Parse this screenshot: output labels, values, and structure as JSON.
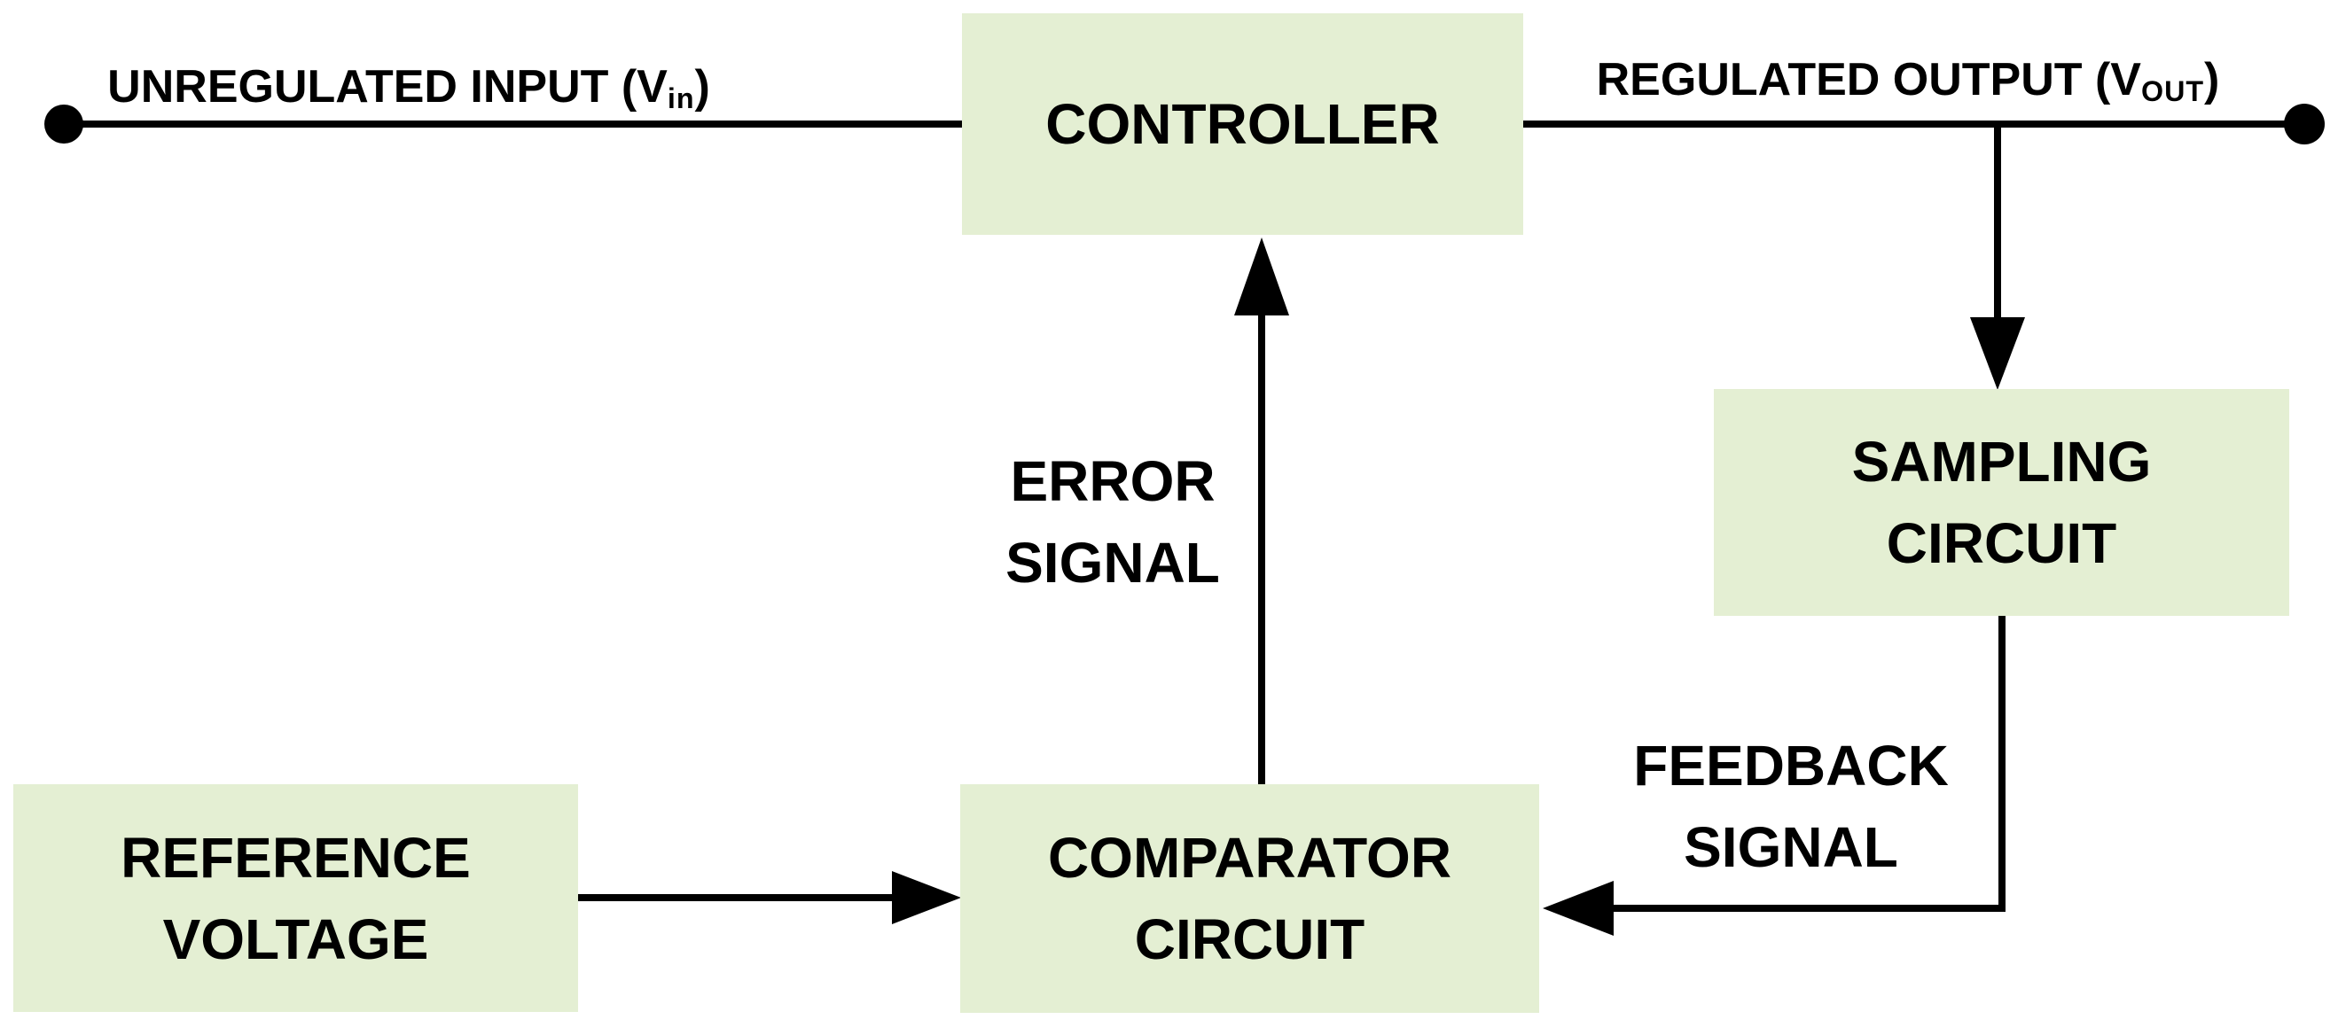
{
  "colors": {
    "background": "#ffffff",
    "box_fill": "#e4efd3",
    "line": "#000000",
    "text": "#000000"
  },
  "blocks": {
    "controller": {
      "label": "CONTROLLER"
    },
    "sampling": {
      "line1": "SAMPLING",
      "line2": "CIRCUIT"
    },
    "comparator": {
      "line1": "COMPARATOR",
      "line2": "CIRCUIT"
    },
    "reference": {
      "line1": "REFERENCE",
      "line2": "VOLTAGE"
    }
  },
  "signals": {
    "error": {
      "line1": "ERROR",
      "line2": "SIGNAL"
    },
    "feedback": {
      "line1": "FEEDBACK",
      "line2": "SIGNAL"
    }
  },
  "io": {
    "input": {
      "prefix": "UNREGULATED INPUT (V",
      "sub": "in",
      "suffix": ")"
    },
    "output": {
      "prefix": "REGULATED OUTPUT (V",
      "sub": "OUT",
      "suffix": ")"
    }
  }
}
